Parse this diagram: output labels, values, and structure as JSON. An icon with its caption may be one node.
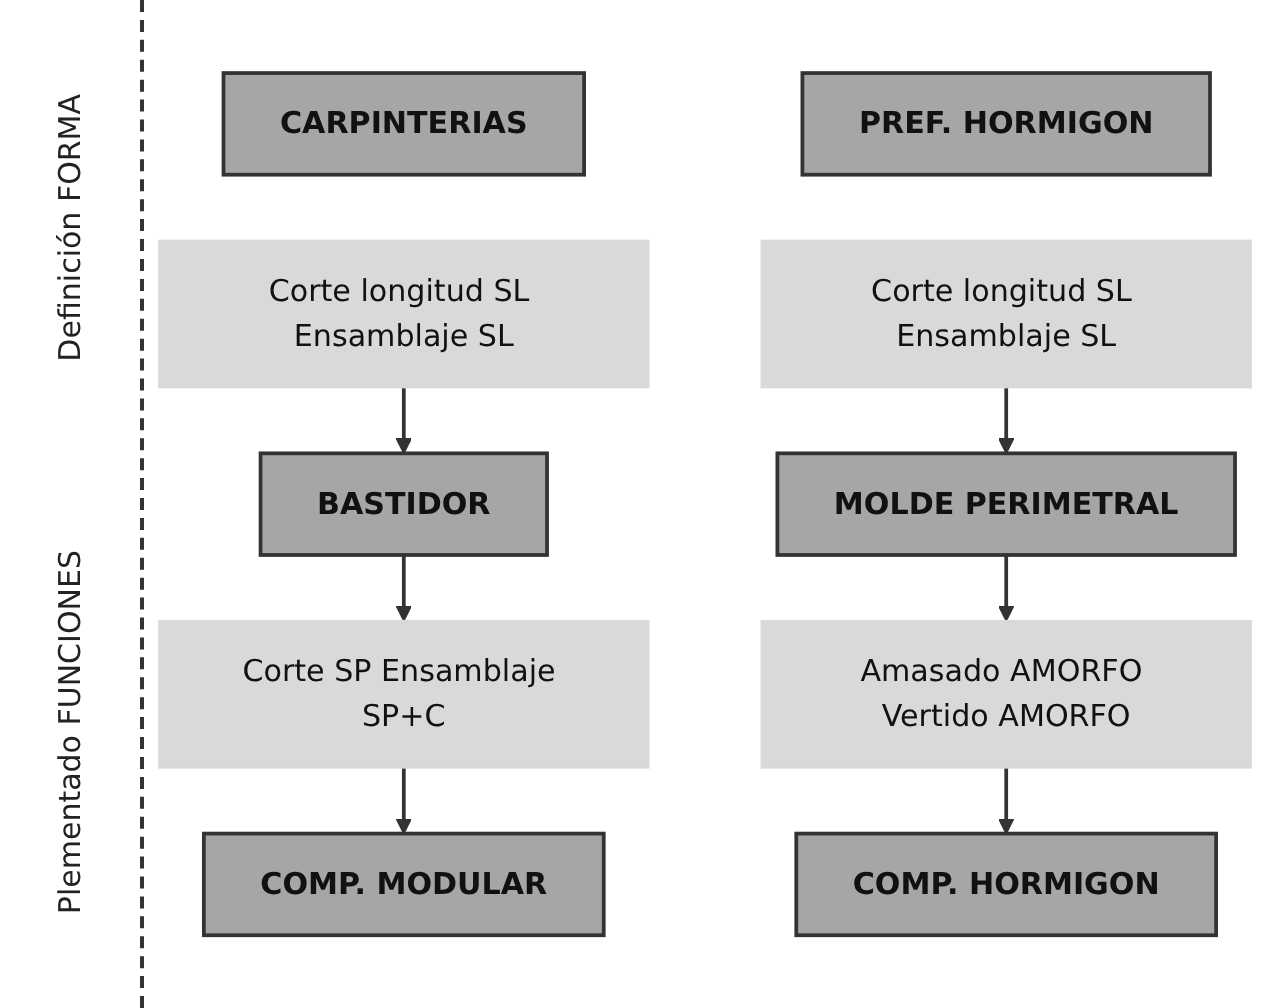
{
  "diagram": {
    "nodes": [
      {
        "text": [
          "CARPINTERIAS"
        ]
      },
      {
        "text": [
          "PREF. HORMIGON"
        ]
      },
      {
        "text": [
          "Corte longitud SL Ensamblaje SL"
        ]
      },
      {
        "text": [
          "Corte longitud SL Ensamblaje SL"
        ]
      },
      {
        "text": [
          "BASTIDOR"
        ]
      },
      {
        "text": [
          "MOLDE PERIMETRAL"
        ]
      },
      {
        "text": [
          "Corte SP Ensamblaje SP+C"
        ]
      },
      {
        "text": [
          "Amasado AMORFO Vertido AMORFO"
        ]
      },
      {
        "text": [
          "COMP. MODULAR"
        ]
      },
      {
        "text": [
          "COMP. HORMIGON"
        ]
      }
    ],
    "edges": [
      {
        "from": 2,
        "to": 4,
        "arrow": "to"
      },
      {
        "from": 3,
        "to": 5,
        "arrow": "to"
      },
      {
        "from": 4,
        "to": 6,
        "arrow": "to"
      },
      {
        "from": 5,
        "to": 7,
        "arrow": "to"
      },
      {
        "from": 6,
        "to": 8,
        "arrow": "to"
      },
      {
        "from": 7,
        "to": 9,
        "arrow": "to"
      }
    ],
    "labels": [
      "Definición FORMA",
      "Plementado FUNCIONES"
    ]
  }
}
